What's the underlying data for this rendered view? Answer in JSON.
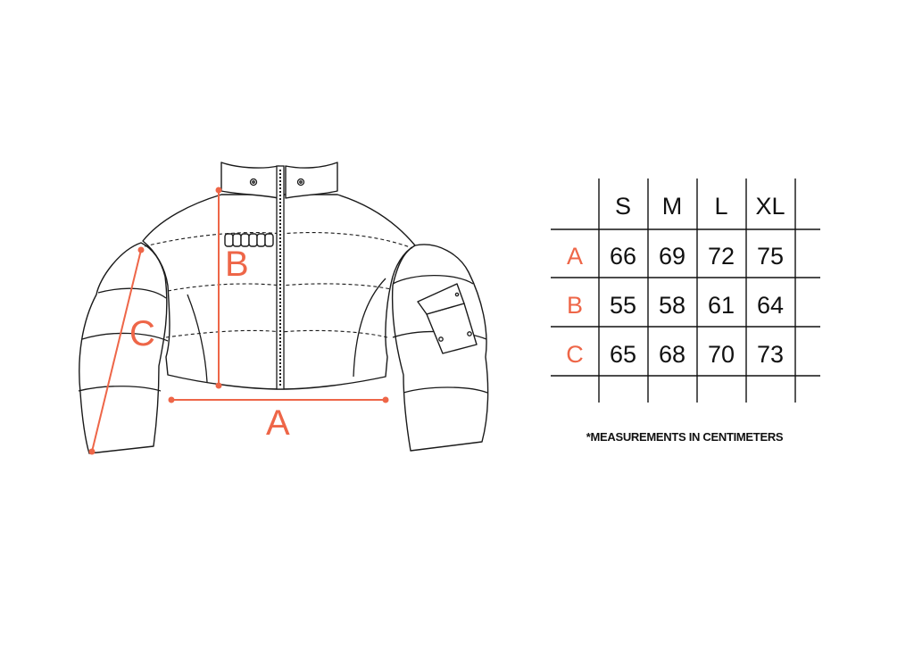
{
  "diagram": {
    "labels": {
      "a": "A",
      "b": "B",
      "c": "C"
    }
  },
  "size_table": {
    "sizes": [
      "S",
      "M",
      "L",
      "XL"
    ],
    "rows": [
      {
        "label": "A",
        "values": [
          "66",
          "69",
          "72",
          "75"
        ]
      },
      {
        "label": "B",
        "values": [
          "55",
          "58",
          "61",
          "64"
        ]
      },
      {
        "label": "C",
        "values": [
          "65",
          "68",
          "70",
          "73"
        ]
      }
    ]
  },
  "note": "*MEASUREMENTS IN CENTIMETERS",
  "colors": {
    "accent": "#ee6648",
    "ink": "#111111"
  }
}
